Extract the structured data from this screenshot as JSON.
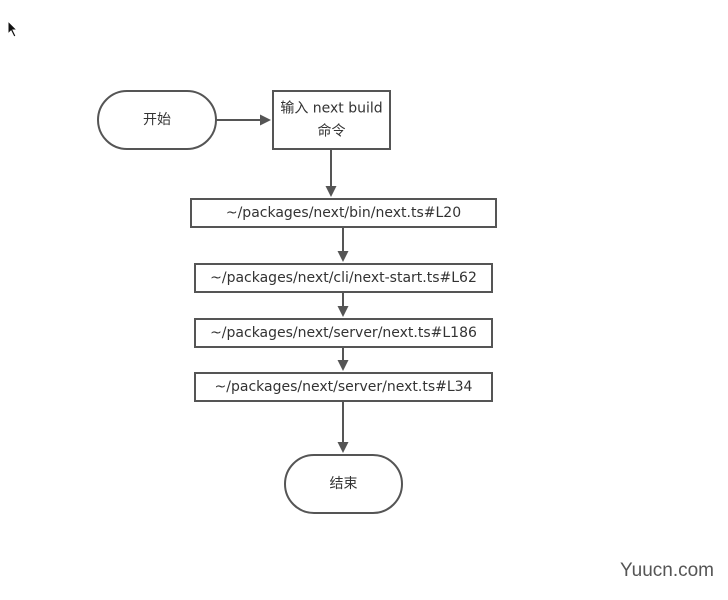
{
  "nodes": [
    {
      "id": "start",
      "kind": "terminal",
      "lines": [
        "开始"
      ]
    },
    {
      "id": "input",
      "kind": "process",
      "lines": [
        "输入 next build",
        "命令"
      ]
    },
    {
      "id": "bin",
      "kind": "process",
      "lines": [
        "~/packages/next/bin/next.ts#L20"
      ]
    },
    {
      "id": "cli",
      "kind": "process",
      "lines": [
        "~/packages/next/cli/next-start.ts#L62"
      ]
    },
    {
      "id": "server186",
      "kind": "process",
      "lines": [
        "~/packages/next/server/next.ts#L186"
      ]
    },
    {
      "id": "server34",
      "kind": "process",
      "lines": [
        "~/packages/next/server/next.ts#L34"
      ]
    },
    {
      "id": "end",
      "kind": "terminal",
      "lines": [
        "结束"
      ]
    }
  ],
  "edges": [
    {
      "from": "start",
      "to": "input"
    },
    {
      "from": "input",
      "to": "bin"
    },
    {
      "from": "bin",
      "to": "cli"
    },
    {
      "from": "cli",
      "to": "server186"
    },
    {
      "from": "server186",
      "to": "server34"
    },
    {
      "from": "server34",
      "to": "end"
    }
  ],
  "watermark": "Yuucn.com",
  "colors": {
    "stroke": "#555555",
    "text": "#333333",
    "background": "#ffffff"
  },
  "icons": {
    "cursor": "mouse-pointer-icon"
  }
}
